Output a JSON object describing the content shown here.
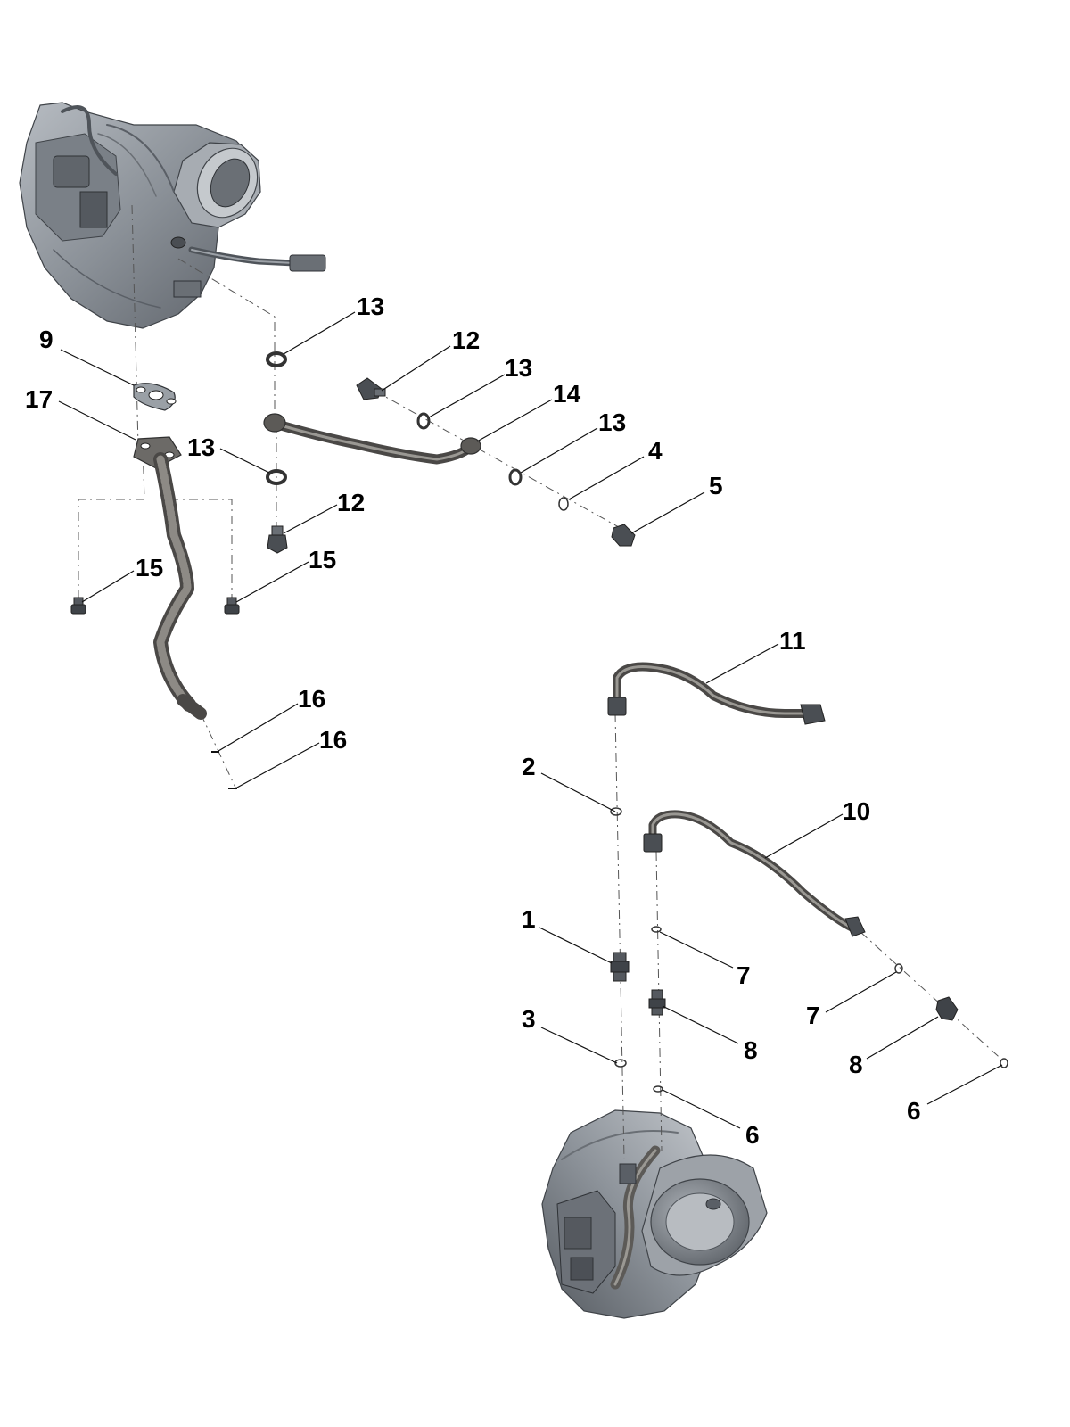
{
  "diagram": {
    "callouts": [
      {
        "id": "c13a",
        "label": "13"
      },
      {
        "id": "c12a",
        "label": "12"
      },
      {
        "id": "c13b",
        "label": "13"
      },
      {
        "id": "c14",
        "label": "14"
      },
      {
        "id": "c13c",
        "label": "13"
      },
      {
        "id": "c4",
        "label": "4"
      },
      {
        "id": "c5",
        "label": "5"
      },
      {
        "id": "c9",
        "label": "9"
      },
      {
        "id": "c17",
        "label": "17"
      },
      {
        "id": "c13d",
        "label": "13"
      },
      {
        "id": "c12b",
        "label": "12"
      },
      {
        "id": "c15a",
        "label": "15"
      },
      {
        "id": "c15b",
        "label": "15"
      },
      {
        "id": "c16a",
        "label": "16"
      },
      {
        "id": "c16b",
        "label": "16"
      },
      {
        "id": "c11",
        "label": "11"
      },
      {
        "id": "c10",
        "label": "10"
      },
      {
        "id": "c2",
        "label": "2"
      },
      {
        "id": "c1",
        "label": "1"
      },
      {
        "id": "c7a",
        "label": "7"
      },
      {
        "id": "c7b",
        "label": "7"
      },
      {
        "id": "c3",
        "label": "3"
      },
      {
        "id": "c8a",
        "label": "8"
      },
      {
        "id": "c8b",
        "label": "8"
      },
      {
        "id": "c6a",
        "label": "6"
      },
      {
        "id": "c6b",
        "label": "6"
      }
    ],
    "colors": {
      "housing": "#8f949b",
      "housing_dark": "#4f545a",
      "hose": "#5c5a57",
      "hose_highlight": "#9a9893",
      "fitting": "#45474a"
    }
  }
}
